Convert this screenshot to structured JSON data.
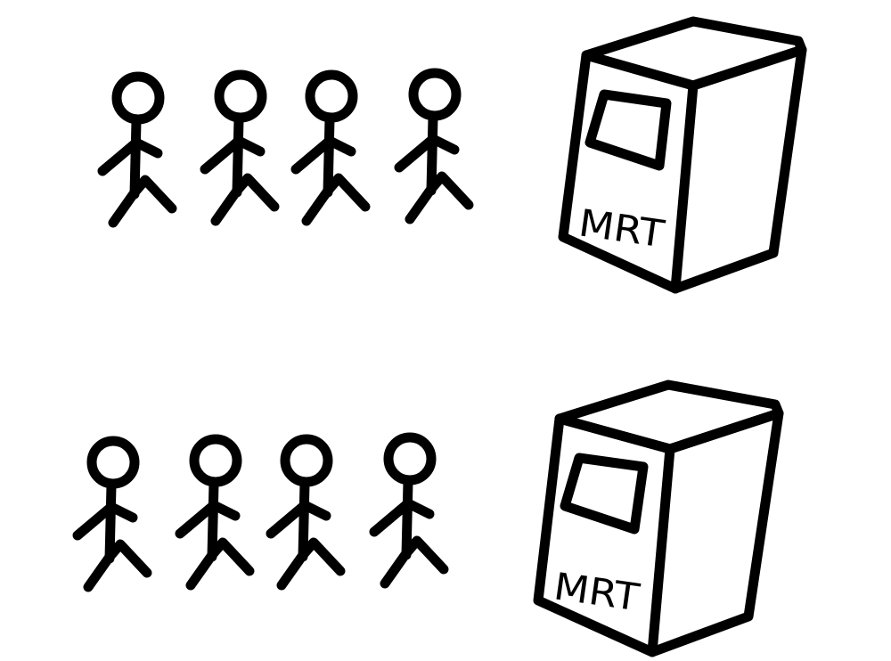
{
  "rows": [
    {
      "name": "queue-top",
      "people_count": 4,
      "machine": {
        "label": "MRT"
      }
    },
    {
      "name": "queue-bottom",
      "people_count": 4,
      "machine": {
        "label": "MRT"
      }
    }
  ],
  "colors": {
    "ink": "#000000",
    "background": "#ffffff"
  }
}
